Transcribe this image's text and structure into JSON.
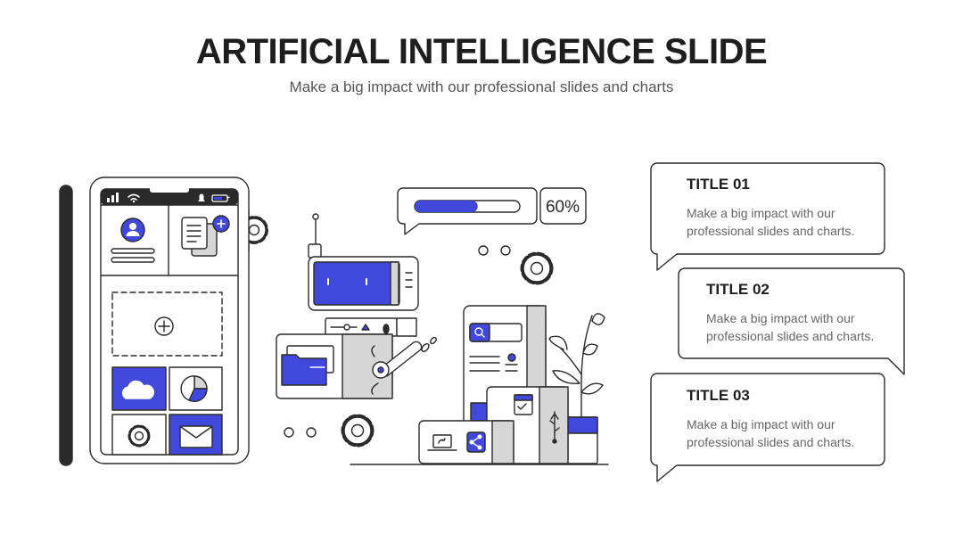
{
  "header": {
    "title": "ARTIFICIAL INTELLIGENCE SLIDE",
    "subtitle": "Make a big impact with our professional slides and charts"
  },
  "illustration": {
    "progress_label": "60%",
    "progress_value": 0.6,
    "accent_color": "#4149dd",
    "outline_color": "#2a2a2a",
    "fill_gray": "#d6d6d6"
  },
  "callouts": [
    {
      "title": "TITLE 01",
      "body": "Make a big impact with our professional slides and charts."
    },
    {
      "title": "TITLE 02",
      "body": "Make a big impact with our professional slides and charts."
    },
    {
      "title": "TITLE 03",
      "body": "Make a big impact with our professional slides and charts."
    }
  ]
}
